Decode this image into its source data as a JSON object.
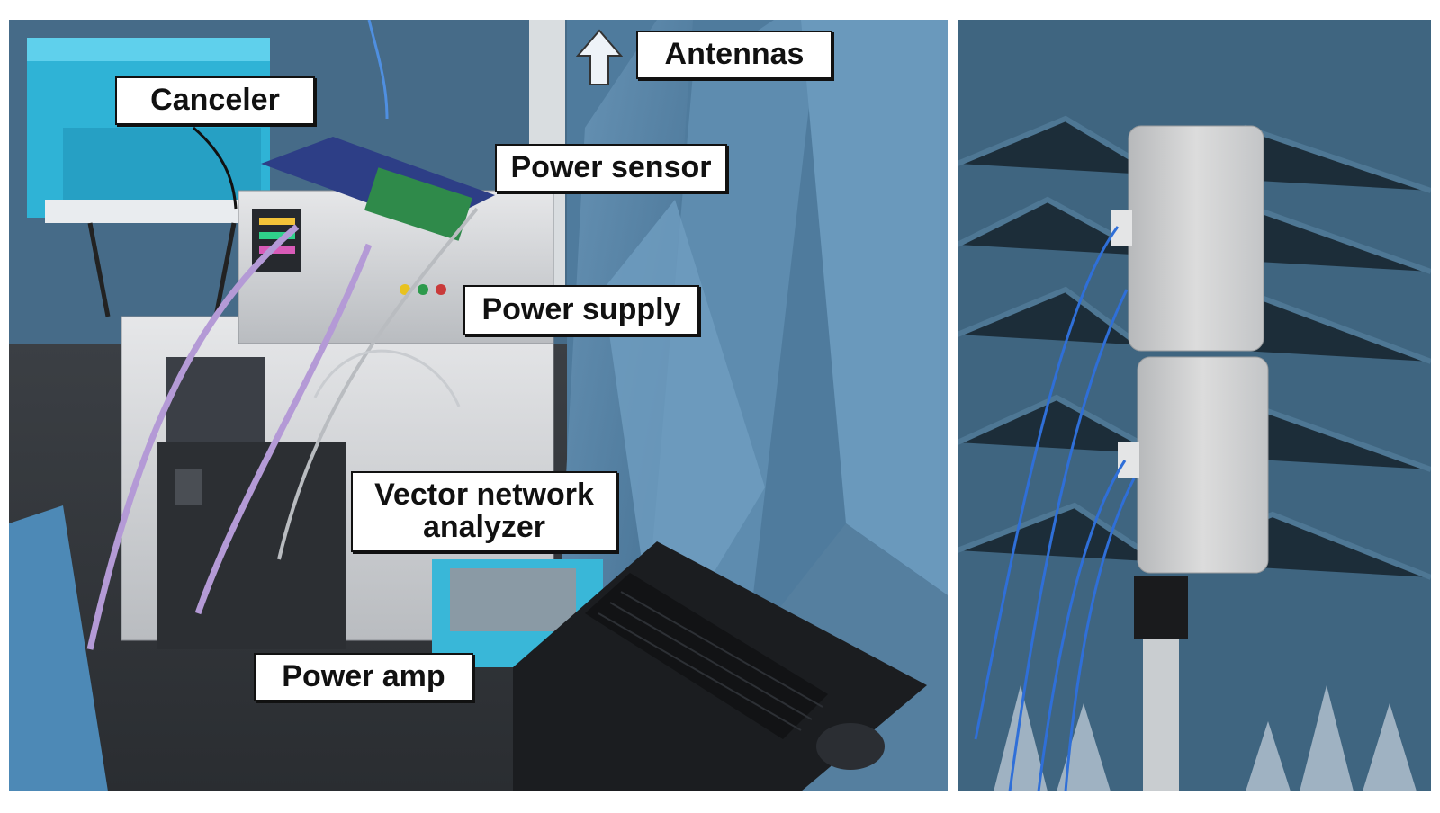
{
  "labels": {
    "antennas": "Antennas",
    "canceler": "Canceler",
    "power_sensor": "Power sensor",
    "power_supply": "Power supply",
    "vna_line1": "Vector network",
    "vna_line2": "analyzer",
    "power_amp": "Power amp"
  },
  "colors": {
    "absorber_foam": "#5a86a8",
    "cable_purple": "#b49ad6",
    "cable_blue": "#2f6fd8",
    "instrument_gray": "#d6d8da",
    "case_black": "#1b1d20",
    "bin_cyan": "#2fb3d6"
  }
}
